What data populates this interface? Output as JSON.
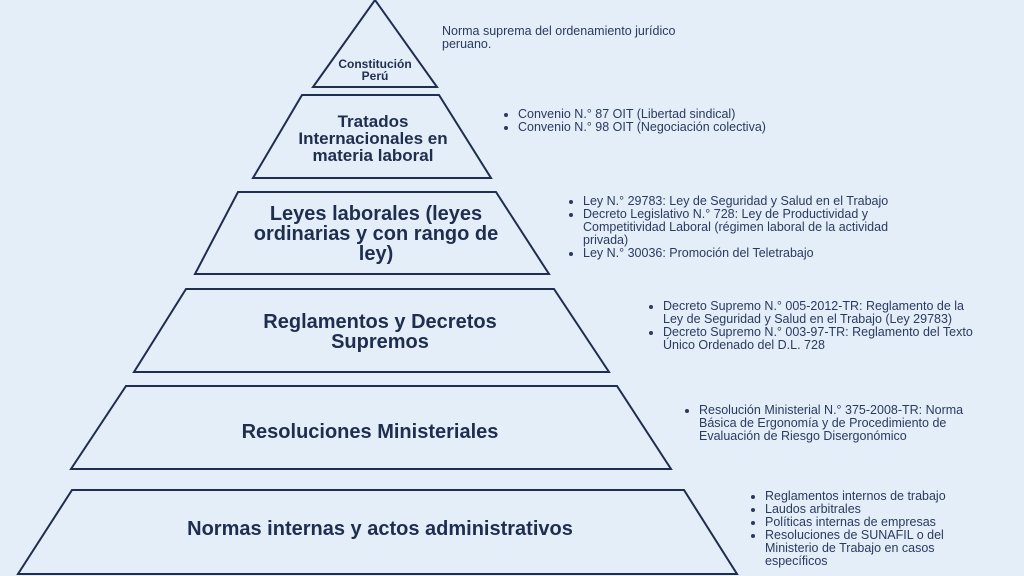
{
  "tiers": [
    {
      "label": "Constitución Perú",
      "description": "Norma suprema del ordenamiento jurídico peruano."
    },
    {
      "label": "Tratados Internacionales en materia laboral",
      "items": [
        "Convenio N.° 87 OIT (Libertad sindical)",
        "Convenio N.° 98 OIT (Negociación colectiva)"
      ]
    },
    {
      "label": "Leyes laborales (leyes ordinarias y con rango de ley)",
      "items": [
        "Ley N.° 29783: Ley de Seguridad y Salud en el Trabajo",
        "Decreto Legislativo N.° 728: Ley de Productividad y Competitividad Laboral (régimen laboral de la actividad privada)",
        "Ley N.° 30036: Promoción del Teletrabajo"
      ]
    },
    {
      "label": "Reglamentos y Decretos Supremos",
      "items": [
        "Decreto Supremo N.° 005-2012-TR: Reglamento de la Ley de Seguridad y Salud en el Trabajo (Ley 29783)",
        "Decreto Supremo N.° 003-97-TR: Reglamento del Texto Único Ordenado del D.L. 728"
      ]
    },
    {
      "label": "Resoluciones Ministeriales",
      "items": [
        "Resolución Ministerial N.° 375-2008-TR: Norma Básica de Ergonomía y de Procedimiento de Evaluación de Riesgo Disergonómico"
      ]
    },
    {
      "label": "Normas internas y actos administrativos",
      "items": [
        "Reglamentos internos de trabajo",
        "Laudos arbitrales",
        "Políticas internas de empresas",
        "Resoluciones de SUNAFIL o del Ministerio de Trabajo en casos específicos"
      ]
    }
  ]
}
